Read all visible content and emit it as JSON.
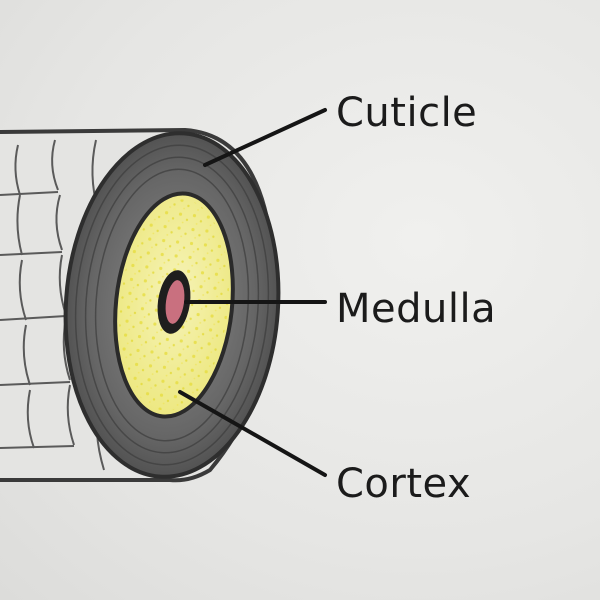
{
  "diagram": {
    "labels": {
      "cuticle": "Cuticle",
      "medulla": "Medulla",
      "cortex": "Cortex"
    },
    "colors": {
      "paper": "#e9e9e7",
      "cuticle": "#6a6a6a",
      "cortex": "#f1ee9a",
      "medulla": "#c9707f",
      "ink": "#1b1b1b"
    }
  }
}
